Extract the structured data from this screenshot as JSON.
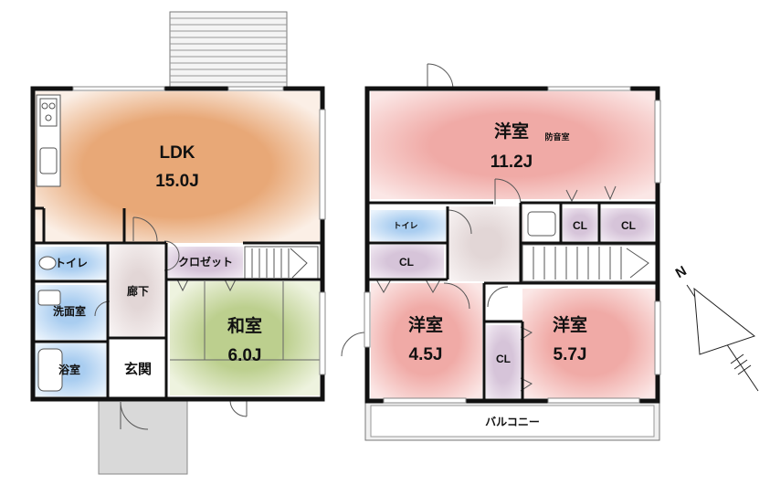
{
  "floor1": {
    "ldk": {
      "name": "LDK",
      "size": "15.0J",
      "color": "#e8a877"
    },
    "washitsu": {
      "name": "和室",
      "size": "6.0J",
      "color": "#bccf8e"
    },
    "toilet": {
      "name": "トイレ",
      "color": "#a9cdf0"
    },
    "senmen": {
      "name": "洗面室",
      "color": "#a9cdf0"
    },
    "yokushitsu": {
      "name": "浴室",
      "color": "#a9cdf0"
    },
    "rouka": {
      "name": "廊下",
      "color": "#e6dcdc"
    },
    "genkan": {
      "name": "玄関"
    },
    "closet": {
      "name": "クロゼット",
      "color": "#d6c4d9"
    }
  },
  "floor2": {
    "yoshitsu_top": {
      "name": "洋室",
      "note": "防音室",
      "size": "11.2J",
      "color": "#f0aaa6"
    },
    "toilet": {
      "name": "トイレ",
      "color": "#a9cdf0"
    },
    "cl_a": "CL",
    "cl_b": "CL",
    "cl_c": "CL",
    "cl_d": "CL",
    "yoshitsu_left": {
      "name": "洋室",
      "size": "4.5J",
      "color": "#f0aaa6"
    },
    "yoshitsu_right": {
      "name": "洋室",
      "size": "5.7J",
      "color": "#f0aaa6"
    },
    "balcony": "バルコニー",
    "closet_color": "#d6c4d9",
    "hall_color": "#e6dcdc"
  },
  "compass": {
    "label": "N"
  }
}
